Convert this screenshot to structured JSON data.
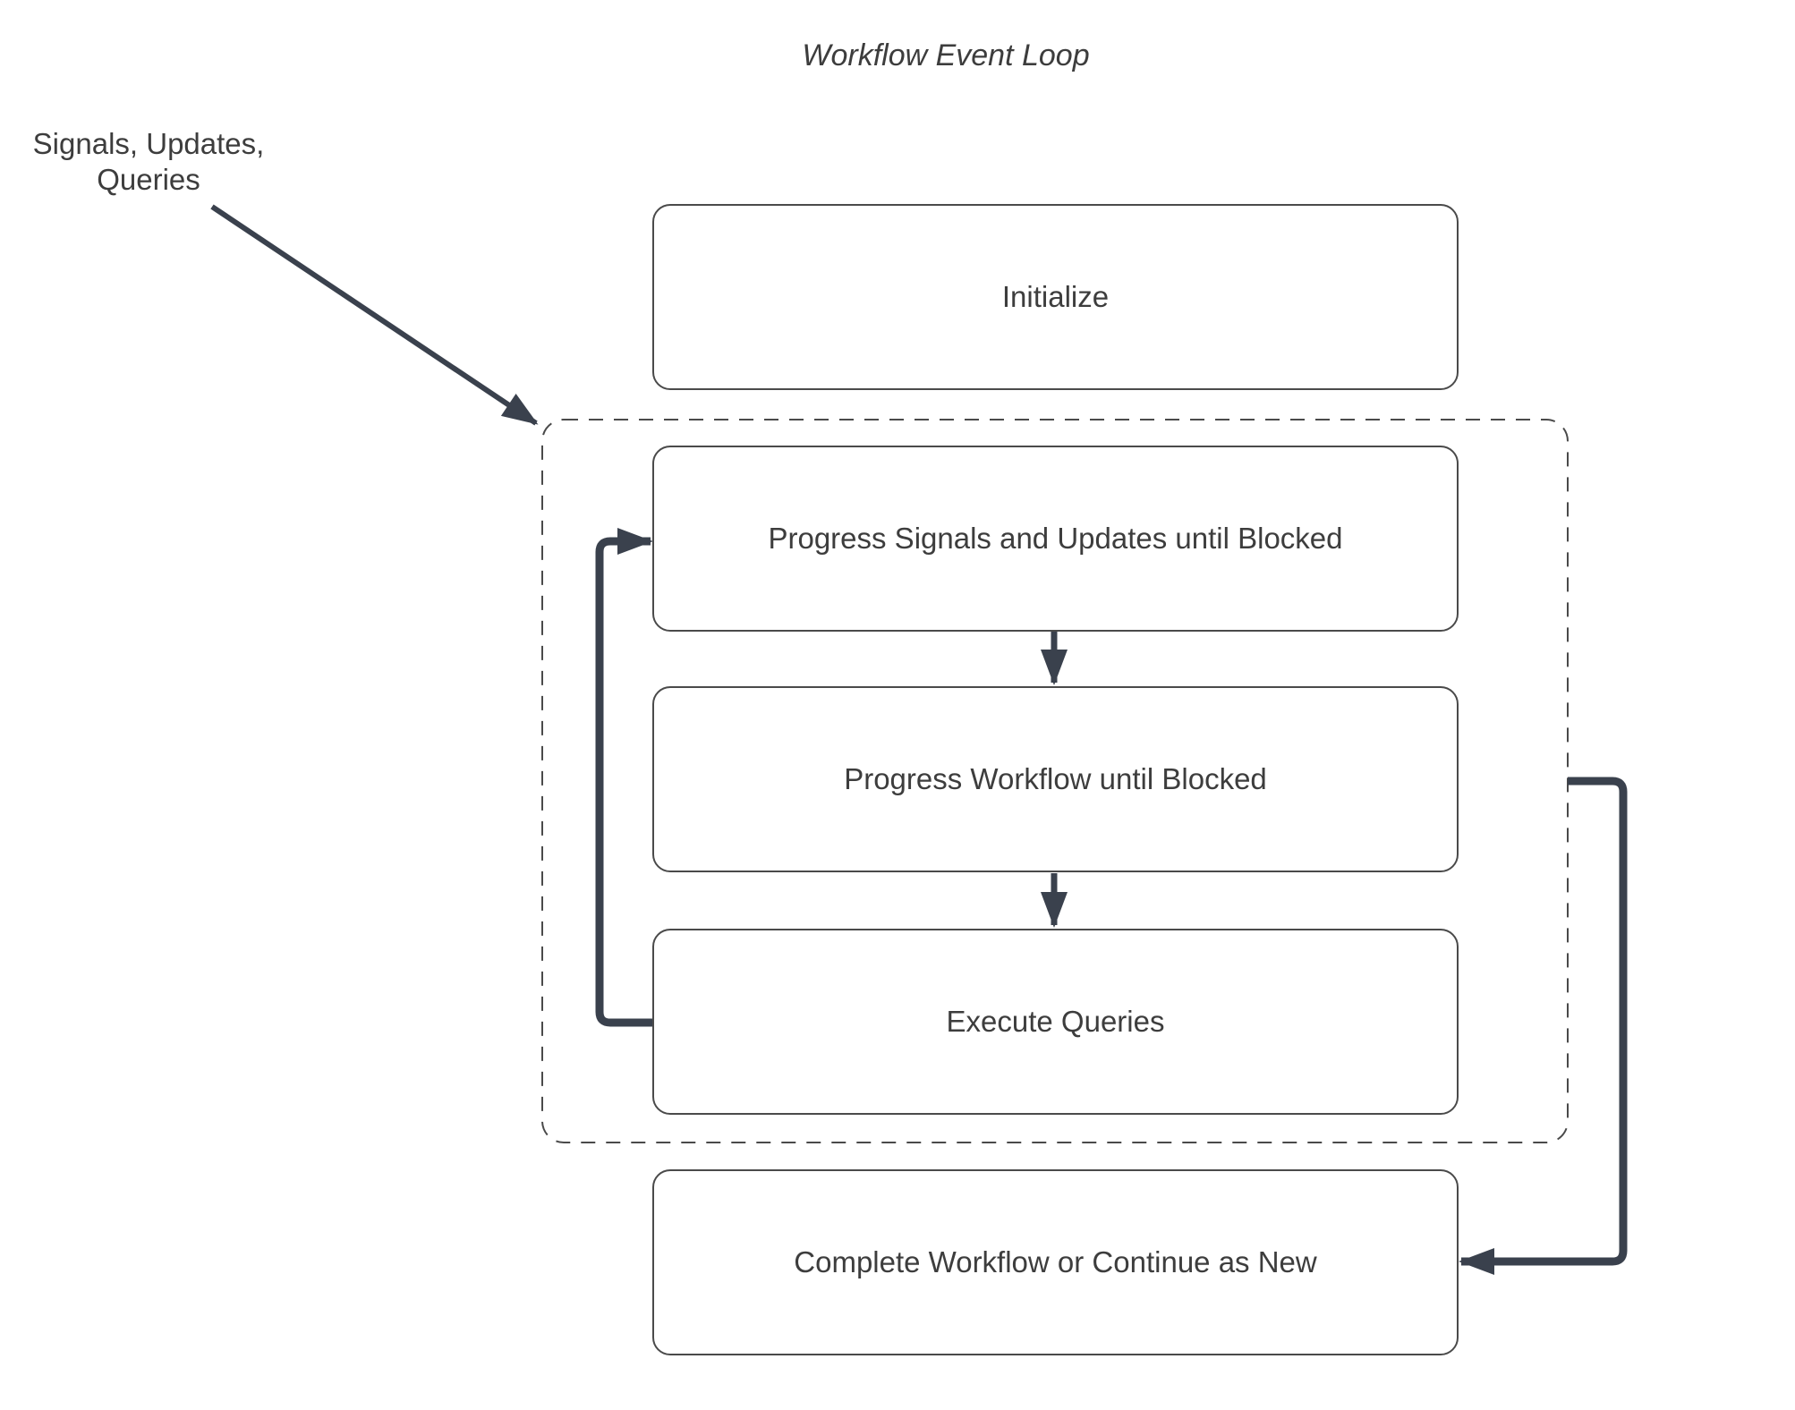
{
  "title": "Workflow Event Loop",
  "annotation": {
    "label": "Signals, Updates,\nQueries"
  },
  "nodes": {
    "initialize": {
      "label": "Initialize"
    },
    "progress_signals": {
      "label": "Progress Signals and Updates until Blocked"
    },
    "progress_workflow": {
      "label": "Progress Workflow until Blocked"
    },
    "execute_queries": {
      "label": "Execute Queries"
    },
    "complete": {
      "label": "Complete Workflow or Continue as New"
    }
  },
  "edges": [
    {
      "name": "signals-updates-queries-into-loop",
      "from": "annotation-label",
      "to": "event-loop-region"
    },
    {
      "name": "progress-signals-to-progress-workflow",
      "from": "progress_signals",
      "to": "progress_workflow"
    },
    {
      "name": "progress-workflow-to-execute-queries",
      "from": "progress_workflow",
      "to": "execute_queries"
    },
    {
      "name": "execute-queries-loop-back",
      "from": "execute_queries",
      "to": "progress_signals"
    },
    {
      "name": "loop-exit-to-complete",
      "from": "event-loop-region",
      "to": "complete"
    }
  ],
  "colors": {
    "connector": "#3a414d",
    "box-border": "#4a4a4a",
    "text": "#3d3d3d",
    "background": "#ffffff"
  }
}
